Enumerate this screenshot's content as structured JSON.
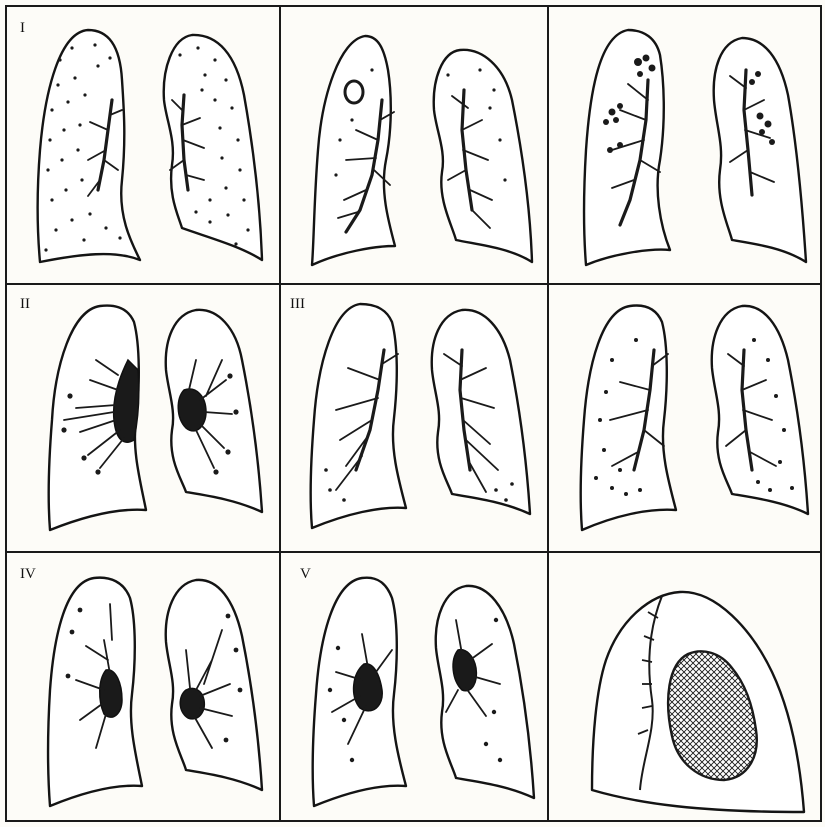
{
  "figure": {
    "panels": [
      {
        "row": 1,
        "col": 1,
        "label": "I"
      },
      {
        "row": 1,
        "col": 2,
        "label": ""
      },
      {
        "row": 1,
        "col": 3,
        "label": ""
      },
      {
        "row": 2,
        "col": 1,
        "label": "II"
      },
      {
        "row": 2,
        "col": 2,
        "label": "III"
      },
      {
        "row": 2,
        "col": 3,
        "label": ""
      },
      {
        "row": 3,
        "col": 1,
        "label": "IV"
      },
      {
        "row": 3,
        "col": 2,
        "label": "V"
      },
      {
        "row": 3,
        "col": 3,
        "label": ""
      }
    ]
  }
}
